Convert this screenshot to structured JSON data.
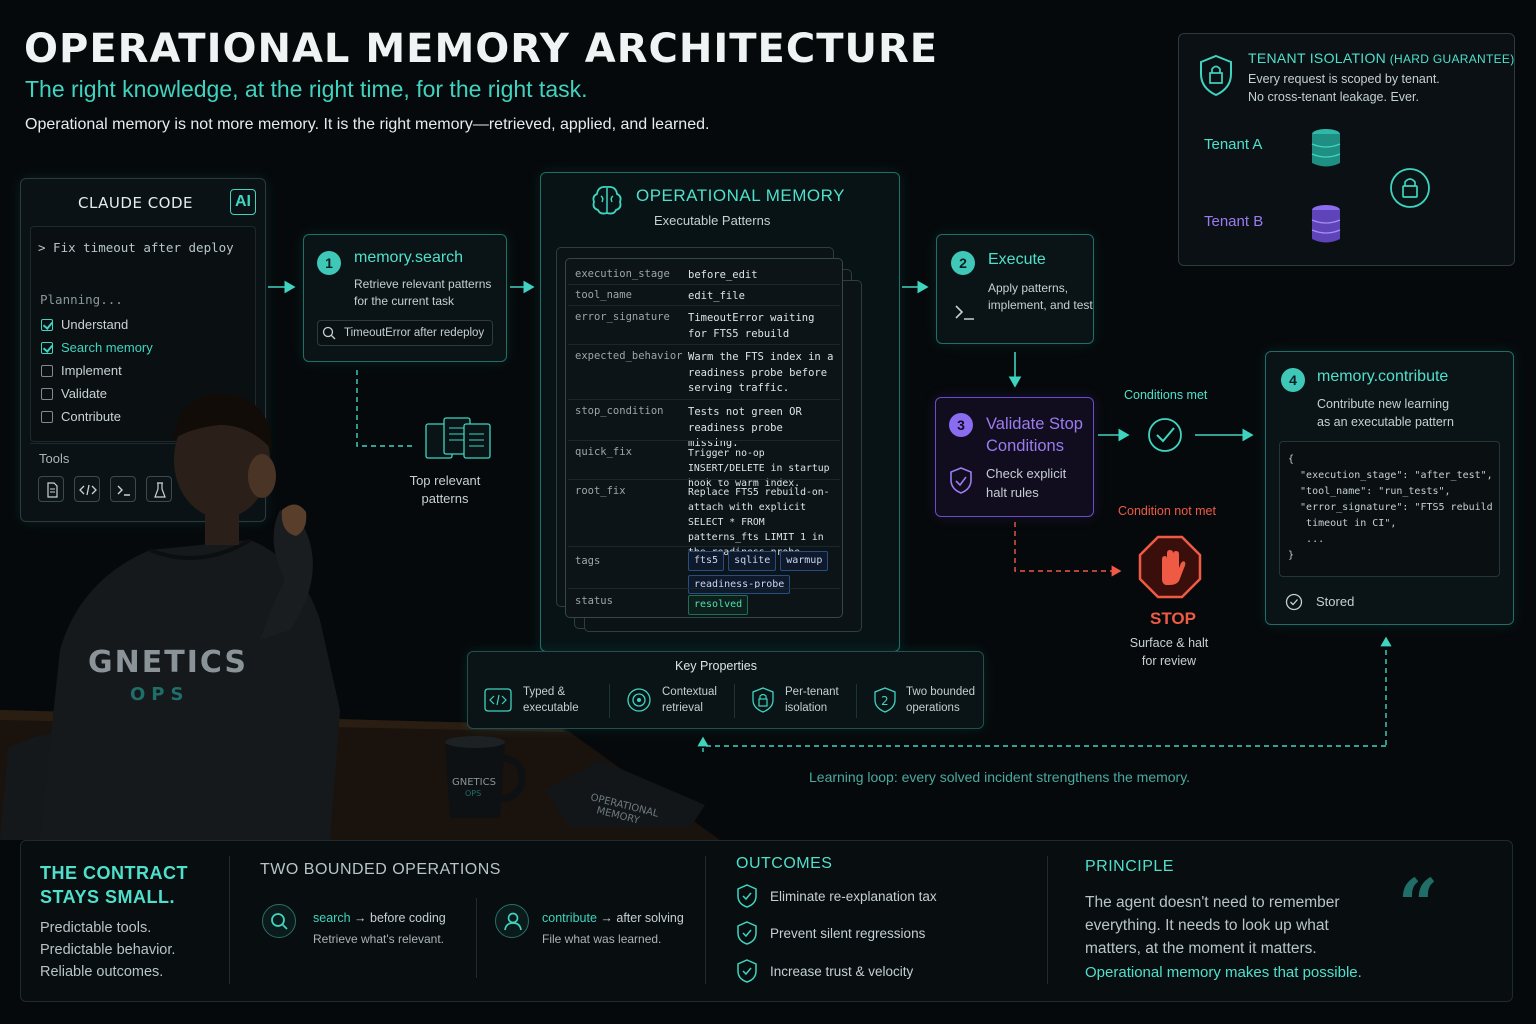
{
  "header": {
    "title": "OPERATIONAL MEMORY ARCHITECTURE",
    "subtitle": "The right knowledge, at the right time, for the right task.",
    "tagline": "Operational memory is not more memory. It is the right memory—retrieved, applied, and learned."
  },
  "claude_panel": {
    "title": "CLAUDE CODE",
    "badge": "AI",
    "prompt": "> Fix timeout after deploy",
    "planning": "Planning...",
    "steps": [
      {
        "label": "Understand",
        "checked": true,
        "active": false
      },
      {
        "label": "Search memory",
        "checked": true,
        "active": true
      },
      {
        "label": "Implement",
        "checked": false,
        "active": false
      },
      {
        "label": "Validate",
        "checked": false,
        "active": false
      },
      {
        "label": "Contribute",
        "checked": false,
        "active": false
      }
    ],
    "tools_label": "Tools",
    "tools": [
      "document-icon",
      "code-icon",
      "terminal-icon",
      "flask-icon"
    ]
  },
  "person": {
    "hoodie_line1": "GNETICS",
    "hoodie_line2": "OPS",
    "mug_line1": "GNETICS",
    "mug_line2": "OPS",
    "notebook_line1": "OPERATIONAL",
    "notebook_line2": "MEMORY"
  },
  "search_step": {
    "number": "1",
    "title": "memory.search",
    "desc_line1": "Retrieve relevant patterns",
    "desc_line2": "for the current task",
    "query": "TimeoutError after redeploy",
    "result_line1": "Top relevant",
    "result_line2": "patterns"
  },
  "operational_memory": {
    "title": "OPERATIONAL MEMORY",
    "subtitle": "Executable Patterns",
    "fields": {
      "execution_stage": {
        "key": "execution_stage",
        "value": "before_edit"
      },
      "tool_name": {
        "key": "tool_name",
        "value": "edit_file"
      },
      "error_signature": {
        "key": "error_signature",
        "value": "TimeoutError waiting for FTS5 rebuild"
      },
      "expected_behavior": {
        "key": "expected_behavior",
        "value": "Warm the FTS index in a readiness probe before serving traffic."
      },
      "stop_condition": {
        "key": "stop_condition",
        "value": "Tests not green OR readiness probe missing."
      },
      "quick_fix": {
        "key": "quick_fix",
        "value": "Trigger no-op INSERT/DELETE in startup hook to warm index."
      },
      "root_fix": {
        "key": "root_fix",
        "value": "Replace FTS5 rebuild-on-attach with explicit SELECT * FROM patterns_fts LIMIT 1 in the readiness probe."
      },
      "tags_key": "tags",
      "tags": [
        "fts5",
        "sqlite",
        "warmup",
        "readiness-probe"
      ],
      "status": {
        "key": "status",
        "value": "resolved"
      }
    }
  },
  "key_properties": {
    "title": "Key Properties",
    "items": [
      {
        "line1": "Typed &",
        "line2": "executable",
        "icon": "code-icon"
      },
      {
        "line1": "Contextual",
        "line2": "retrieval",
        "icon": "target-icon"
      },
      {
        "line1": "Per-tenant",
        "line2": "isolation",
        "icon": "lock-shield-icon"
      },
      {
        "line1": "Two bounded",
        "line2": "operations",
        "icon": "two-shield-icon"
      }
    ]
  },
  "execute_step": {
    "number": "2",
    "title": "Execute",
    "desc_line1": "Apply patterns,",
    "desc_line2": "implement, and test"
  },
  "validate_step": {
    "number": "3",
    "title_line1": "Validate Stop",
    "title_line2": "Conditions",
    "desc_line1": "Check explicit",
    "desc_line2": "halt rules",
    "met_label": "Conditions met",
    "not_met_label": "Condition not met",
    "stop_label": "STOP",
    "stop_desc_line1": "Surface & halt",
    "stop_desc_line2": "for review"
  },
  "contribute_step": {
    "number": "4",
    "title": "memory.contribute",
    "desc_line1": "Contribute new learning",
    "desc_line2": "as an executable pattern",
    "code_lines": [
      "{",
      "  \"execution_stage\": \"after_test\",",
      "  \"tool_name\": \"run_tests\",",
      "  \"error_signature\": \"FTS5 rebuild",
      "   timeout in CI\",",
      "   ...",
      "}"
    ],
    "stored_label": "Stored"
  },
  "tenant_isolation": {
    "title_main": "TENANT ISOLATION",
    "title_suffix": " (HARD GUARANTEE)",
    "desc_line1": "Every request is scoped by tenant.",
    "desc_line2": "No cross-tenant leakage. Ever.",
    "tenant_a": "Tenant A",
    "tenant_b": "Tenant B"
  },
  "learning_loop": "Learning loop: every solved incident strengthens the memory.",
  "bottom": {
    "contract_line1": "THE CONTRACT",
    "contract_line2": "STAYS SMALL.",
    "contract_points": [
      "Predictable tools.",
      "Predictable behavior.",
      "Reliable outcomes."
    ],
    "ops_title": "TWO BOUNDED OPERATIONS",
    "ops": [
      {
        "name": "search",
        "when": "before coding",
        "desc": "Retrieve what's relevant.",
        "icon": "search-icon"
      },
      {
        "name": "contribute",
        "when": "after solving",
        "desc": "File what was learned.",
        "icon": "user-icon"
      }
    ],
    "arrow": "→",
    "outcomes_title": "OUTCOMES",
    "outcomes": [
      "Eliminate re-explanation tax",
      "Prevent silent regressions",
      "Increase trust & velocity"
    ],
    "principle_title": "PRINCIPLE",
    "principle_text": "The agent doesn't need to remember everything. It needs to look up what matters, at the moment it matters.",
    "principle_highlight": "Operational memory makes that possible.",
    "quote_glyph": "“"
  },
  "colors": {
    "accent_teal": "#3fd4c0",
    "accent_purple": "#8a6cf0",
    "stop_red": "#ef5a45",
    "background": "#06090b"
  }
}
